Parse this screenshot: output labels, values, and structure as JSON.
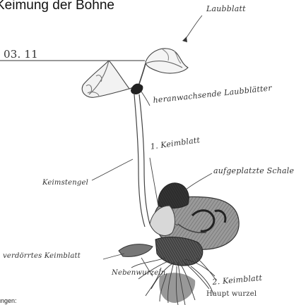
{
  "title": "Keimung der Bohne",
  "date": "03. 11",
  "labels": {
    "laubblatt": "Laubblatt",
    "heranwachsende": "heranwachsende Laubblätter",
    "keimblatt1": "1. Keimblatt",
    "keimstengel": "Keimstengel",
    "schale": "aufgeplatzte Schale",
    "verdorrtes": "verdörrtes Keimblatt",
    "nebenwurzeln": "Nebenwurzeln",
    "keimblatt2": "2. Keimblatt",
    "hauptwurzel": "Haupt wurzel"
  },
  "footer": "ungen:"
}
